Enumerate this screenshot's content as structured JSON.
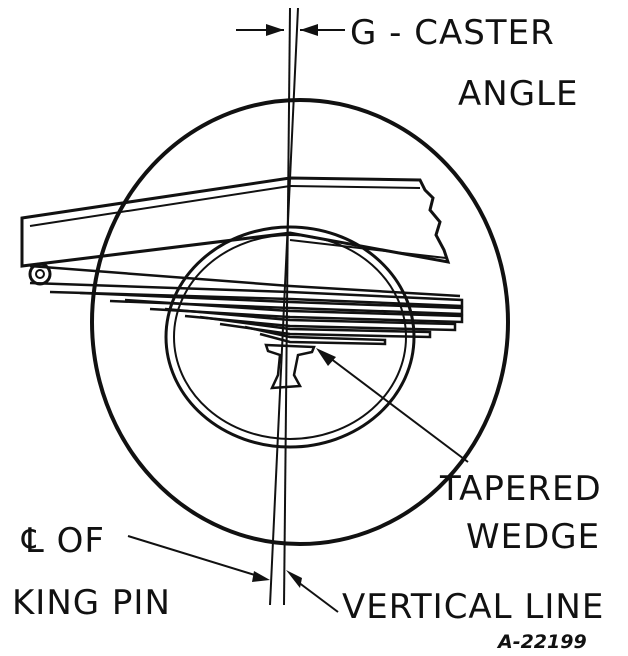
{
  "labels": {
    "caster_line1": "G - CASTER",
    "caster_line2": "ANGLE",
    "wedge_line1": "TAPERED",
    "wedge_line2": "WEDGE",
    "kingpin_line1": "℄ OF",
    "kingpin_line2": "KING PIN",
    "vertical_line": "VERTICAL LINE",
    "figure_number": "A-22199"
  },
  "colors": {
    "ink": "#111111",
    "paper": "#ffffff"
  }
}
